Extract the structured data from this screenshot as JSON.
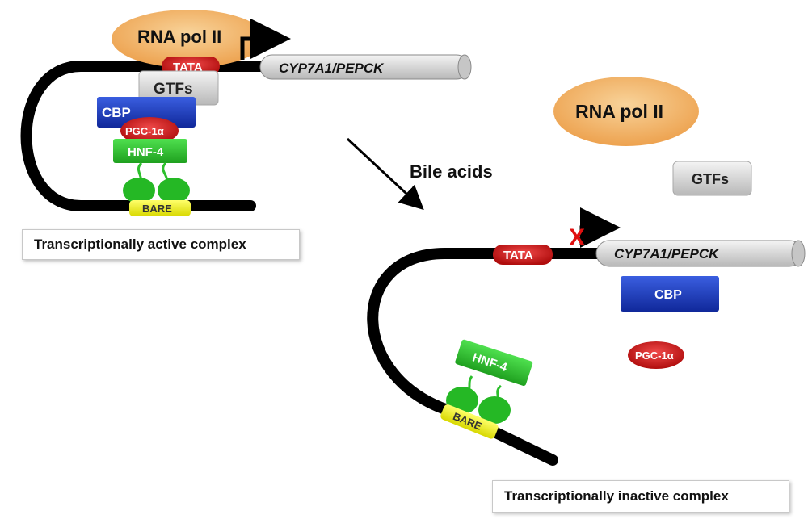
{
  "left_complex": {
    "rna_pol": "RNA pol II",
    "tata": "TATA",
    "gtfs": "GTFs",
    "cbp": "CBP",
    "pgc": "PGC-1α",
    "hnf": "HNF-4",
    "bare": "BARE",
    "gene": "CYP7A1/PEPCK",
    "caption": "Transcriptionally active complex"
  },
  "transition": {
    "label": "Bile acids"
  },
  "right_complex": {
    "rna_pol": "RNA pol II",
    "gtfs": "GTFs",
    "tata": "TATA",
    "block_mark": "X",
    "gene": "CYP7A1/PEPCK",
    "cbp": "CBP",
    "pgc": "PGC-1α",
    "hnf": "HNF-4",
    "bare": "BARE",
    "caption": "Transcriptionally inactive complex"
  },
  "colors": {
    "rna_pol": "#f2b36b",
    "tata": "#e02020",
    "gtfs": "#d0d0d0",
    "cbp": "#1f3fc0",
    "pgc": "#d01818",
    "hnf": "#2dbf2d",
    "bare": "#f2f21a",
    "dna": "#000000",
    "gene": "#d8d8d8"
  }
}
